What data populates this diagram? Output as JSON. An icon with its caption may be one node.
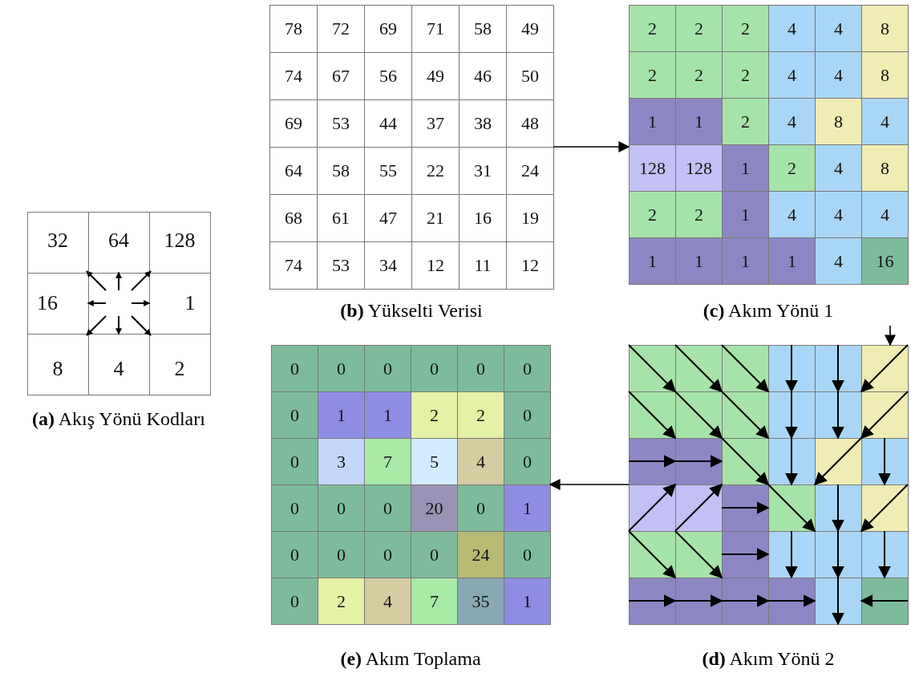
{
  "diagram": {
    "nodes": [
      {
        "text": [
          "**(a)** Akış Yönü Kodları"
        ]
      },
      {
        "text": [
          "**(b)** Yükselti Verisi"
        ]
      },
      {
        "text": [
          "**(c)** Akım Yönü 1"
        ]
      },
      {
        "text": [
          "**(d)** Akım Yönü 2"
        ]
      },
      {
        "text": [
          "**(e)** Akım Toplama"
        ]
      }
    ],
    "edges": [
      {
        "from": 1,
        "to": 2,
        "arrow": "to"
      },
      {
        "from": 2,
        "to": 3,
        "arrow": "to"
      },
      {
        "from": 3,
        "to": 4,
        "arrow": "to"
      }
    ],
    "labels": [
      "32",
      "64",
      "128",
      "16",
      "1",
      "8",
      "4",
      "2",
      "78",
      "72",
      "69",
      "71",
      "58",
      "49",
      "74",
      "67",
      "56",
      "49",
      "46",
      "50",
      "69",
      "53",
      "44",
      "37",
      "38",
      "48",
      "64",
      "58",
      "55",
      "22",
      "31",
      "24",
      "68",
      "61",
      "47",
      "21",
      "16",
      "19",
      "74",
      "53",
      "34",
      "12",
      "11",
      "12",
      "2",
      "2",
      "2",
      "4",
      "4",
      "8",
      "2",
      "2",
      "2",
      "4",
      "4",
      "8",
      "1",
      "1",
      "2",
      "4",
      "8",
      "4",
      "128",
      "128",
      "1",
      "2",
      "4",
      "8",
      "2",
      "2",
      "1",
      "4",
      "4",
      "4",
      "1",
      "1",
      "1",
      "1",
      "4",
      "16",
      "0",
      "0",
      "0",
      "0",
      "0",
      "0",
      "0",
      "1",
      "1",
      "2",
      "2",
      "0",
      "0",
      "3",
      "7",
      "5",
      "4",
      "0",
      "0",
      "0",
      "0",
      "20",
      "0",
      "1",
      "0",
      "0",
      "0",
      "0",
      "24",
      "0",
      "0",
      "2",
      "4",
      "7",
      "35",
      "1"
    ]
  }
}
